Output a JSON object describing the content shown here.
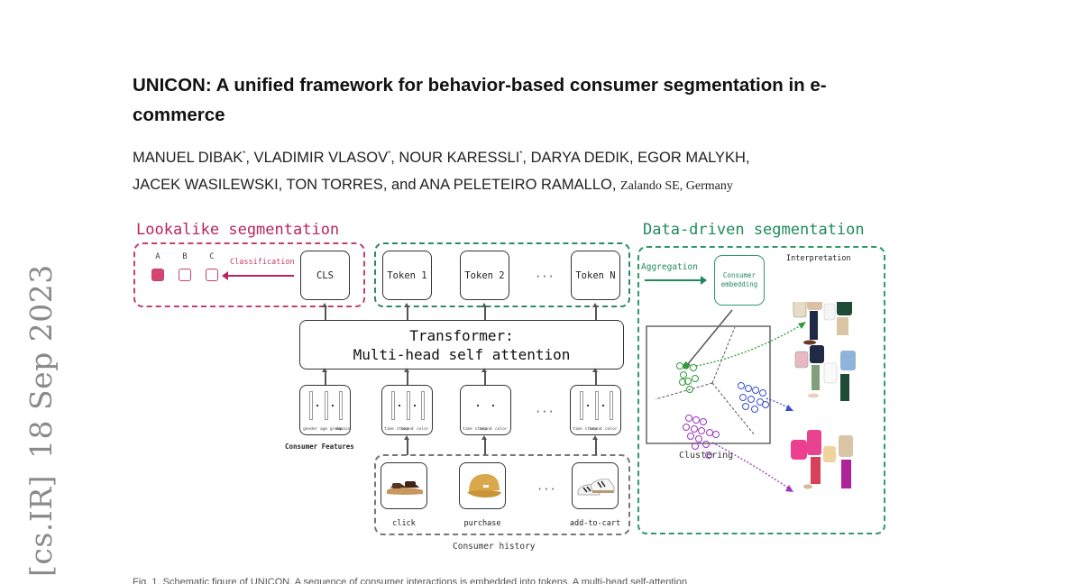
{
  "sidebar_stamp": {
    "category": "[cs.IR]",
    "date": "18 Sep 2023"
  },
  "paper": {
    "title": "UNICON: A unified framework for behavior-based consumer segmentation in e-commerce",
    "authors_line1": "MANUEL DIBAK*, VLADIMIR VLASOV*, NOUR KARESSLI*, DARYA DEDIK, EGOR MALYKH,",
    "authors_line2": "JACEK WASILEWSKI, TON TORRES, and ANA PELETEIRO RAMALLO,",
    "affiliation": "Zalando SE, Germany",
    "author_list": [
      {
        "name": "MANUEL DIBAK",
        "equal_contribution": true
      },
      {
        "name": "VLADIMIR VLASOV",
        "equal_contribution": true
      },
      {
        "name": "NOUR KARESSLI",
        "equal_contribution": true
      },
      {
        "name": "DARYA DEDIK",
        "equal_contribution": false
      },
      {
        "name": "EGOR MALYKH",
        "equal_contribution": false
      },
      {
        "name": "JACEK WASILEWSKI",
        "equal_contribution": false
      },
      {
        "name": "TON TORRES",
        "equal_contribution": false
      },
      {
        "name": "ANA PELETEIRO RAMALLO",
        "equal_contribution": false
      }
    ]
  },
  "figure": {
    "lookalike": {
      "title": "Lookalike segmentation",
      "classes": [
        "A",
        "B",
        "C"
      ],
      "selected_class": "A",
      "classification_label": "Classification",
      "cls_token": "CLS"
    },
    "tokens": {
      "items": [
        "Token 1",
        "Token 2",
        "Token N"
      ],
      "ellipsis": "···"
    },
    "transformer": {
      "line1": "Transformer:",
      "line2": "Multi-head self attention"
    },
    "features": {
      "consumer_features_caption": "Consumer Features",
      "consumer_feature_labels": [
        "gender",
        "age group",
        "domain"
      ],
      "event_feature_labels": [
        "time stamp",
        "brand",
        "color"
      ],
      "ellipsis": "···"
    },
    "history": {
      "caption": "Consumer history",
      "items": [
        {
          "label": "click",
          "product": "sandal"
        },
        {
          "label": "purchase",
          "product": "cap"
        },
        {
          "label": "add-to-cart",
          "product": "sneakers"
        }
      ],
      "ellipsis": "···"
    },
    "data_driven": {
      "title": "Data-driven segmentation",
      "aggregation_label": "Aggregation",
      "embedding_label_line1": "Consumer",
      "embedding_label_line2": "embedding",
      "interpretation_label": "Interpretation",
      "clustering_caption": "Clustering",
      "cluster_colors": {
        "green": "#2e9b3a",
        "blue": "#3a4fd0",
        "purple": "#9b35c0"
      }
    },
    "colors": {
      "lookalike": "#c2416e",
      "data_driven": "#2e9b6a"
    }
  },
  "caption": {
    "text": "Fig. 1. Schematic figure of UNICON. A sequence of consumer interactions is embedded into tokens. A multi-head self-attention"
  }
}
